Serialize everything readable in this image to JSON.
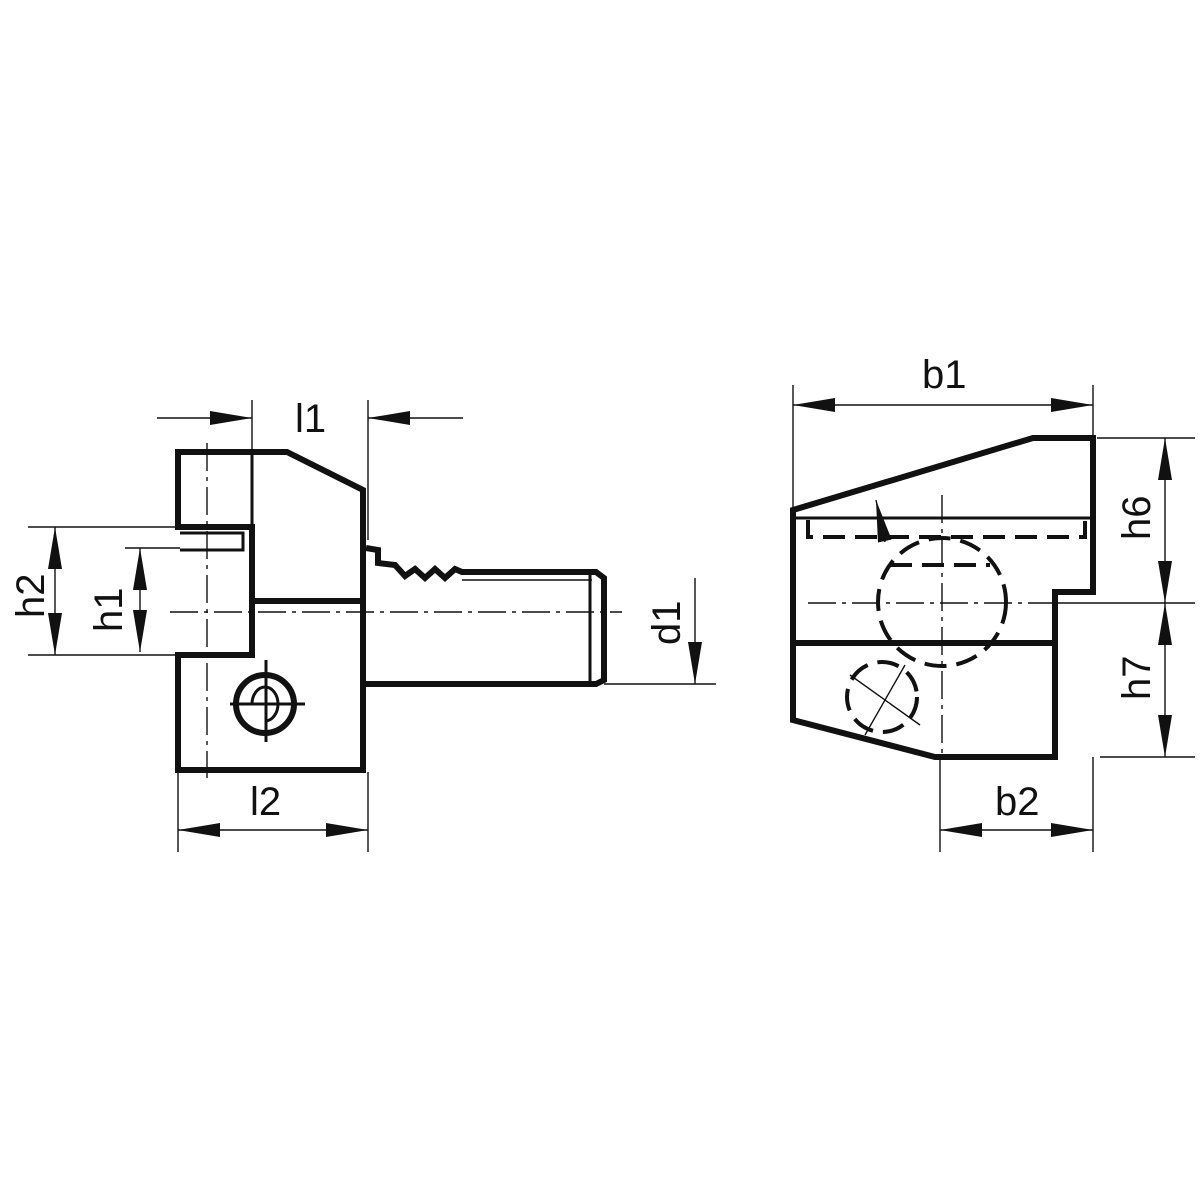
{
  "labels": {
    "l1": "l1",
    "l2": "l2",
    "h1": "h1",
    "h2": "h2",
    "d1": "d1",
    "b1": "b1",
    "b2": "b2",
    "h6": "h6",
    "h7": "h7"
  },
  "colors": {
    "ink": "#111111",
    "background": "#ffffff"
  }
}
